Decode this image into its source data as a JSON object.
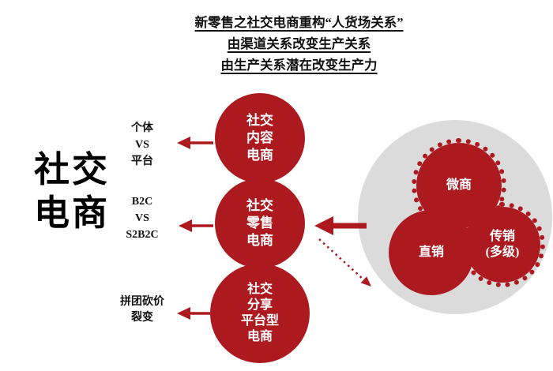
{
  "title": {
    "lines": [
      "新零售之社交电商重构“人货场关系”",
      "由渠道关系改变生产关系",
      "由生产关系潜在改变生产力"
    ]
  },
  "heading": {
    "lines": [
      "社交",
      "电商"
    ]
  },
  "annotations": [
    {
      "lines": [
        "个体",
        "VS",
        "平台"
      ]
    },
    {
      "lines": [
        "B2C",
        "VS",
        "S2B2C"
      ]
    },
    {
      "lines": [
        "拼团砍价",
        "裂变"
      ]
    }
  ],
  "nodes": [
    {
      "lines": [
        "社交",
        "内容",
        "电商"
      ]
    },
    {
      "lines": [
        "社交",
        "零售",
        "电商"
      ]
    },
    {
      "lines": [
        "社交",
        "分享",
        "平台型",
        "电商"
      ]
    }
  ],
  "cluster": {
    "weishang": {
      "lines": [
        "微商"
      ]
    },
    "zhixiao": {
      "lines": [
        "直销"
      ]
    },
    "chuanxiao": {
      "lines": [
        "传销",
        "(多级)"
      ]
    }
  },
  "colors": {
    "red": "#ac1a1f",
    "gray": "#dbdbdb"
  }
}
